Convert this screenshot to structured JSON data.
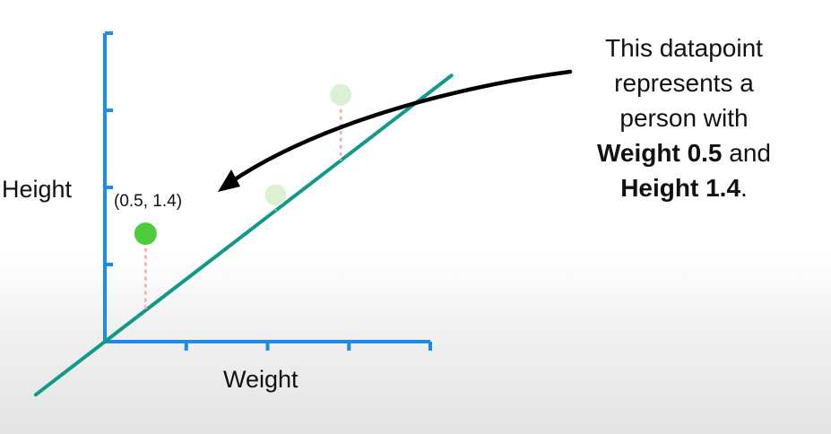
{
  "chart_data": {
    "type": "scatter",
    "xlabel": "Weight",
    "ylabel": "Height",
    "xlim": [
      0,
      4
    ],
    "ylim": [
      0,
      4
    ],
    "x_ticks": [
      1,
      2,
      3,
      4
    ],
    "y_ticks": [
      1,
      2,
      3,
      4
    ],
    "points": [
      {
        "x": 0.5,
        "y": 1.4,
        "highlighted": true
      },
      {
        "x": 2.1,
        "y": 1.9,
        "highlighted": false
      },
      {
        "x": 2.9,
        "y": 3.2,
        "highlighted": false
      }
    ],
    "fit_line": {
      "slope": 0.81,
      "intercept": 0
    },
    "point_label": "(0.5, 1.4)",
    "grid": false,
    "colors": {
      "axis": "#1a8cf0",
      "fit_line": "#0f9a8a",
      "highlight_point": "#4dcc3c",
      "faded_point": "#d8f2d2",
      "residual": "#f2b3b3"
    }
  },
  "annotation": {
    "line1": "This datapoint",
    "line2": "represents a",
    "line3": "person with",
    "bold1": "Weight 0.5",
    "mid": " and",
    "bold2": "Height 1.4",
    "end": "."
  }
}
